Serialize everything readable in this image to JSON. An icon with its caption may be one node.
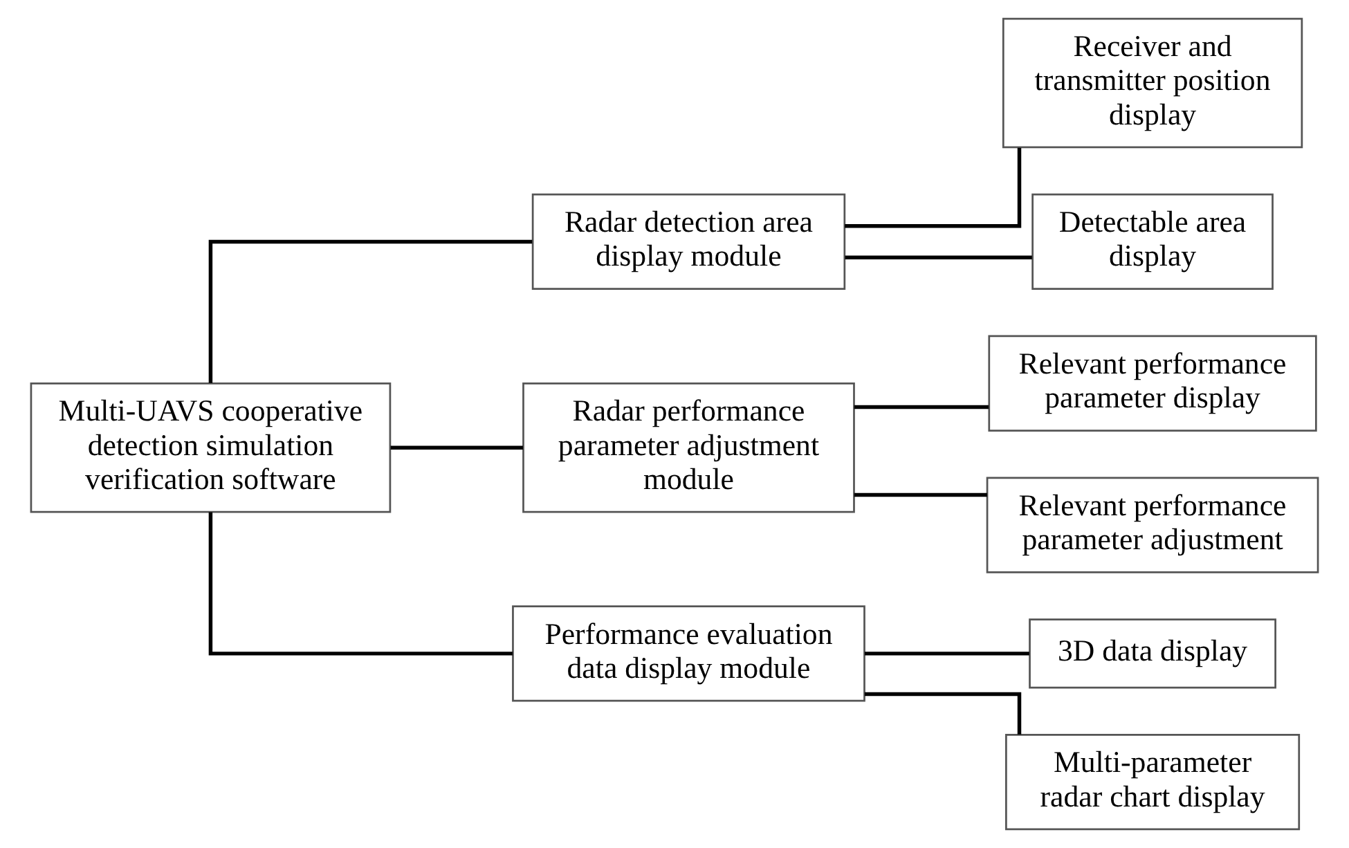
{
  "diagram": {
    "nodes": [
      {
        "text": [
          "Multi-UAVS cooperative detection simulation verification software"
        ]
      },
      {
        "text": [
          "Radar detection area display module"
        ]
      },
      {
        "text": [
          "Radar performance parameter adjustment module"
        ]
      },
      {
        "text": [
          "Performance evaluation data display module"
        ]
      },
      {
        "text": [
          "Receiver and transmitter position display"
        ]
      },
      {
        "text": [
          "Detectable area display"
        ]
      },
      {
        "text": [
          "Relevant performance parameter display"
        ]
      },
      {
        "text": [
          "Relevant performance parameter adjustment"
        ]
      },
      {
        "text": [
          "3D data display"
        ]
      },
      {
        "text": [
          "Multi-parameter radar chart display"
        ]
      }
    ],
    "edges": [
      {
        "from": 0,
        "to": 1,
        "arrow": "none"
      },
      {
        "from": 0,
        "to": 2,
        "arrow": "none"
      },
      {
        "from": 0,
        "to": 3,
        "arrow": "none"
      },
      {
        "from": 1,
        "to": 4,
        "arrow": "none"
      },
      {
        "from": 1,
        "to": 5,
        "arrow": "none"
      },
      {
        "from": 2,
        "to": 6,
        "arrow": "none"
      },
      {
        "from": 2,
        "to": 7,
        "arrow": "none"
      },
      {
        "from": 3,
        "to": 8,
        "arrow": "none"
      },
      {
        "from": 3,
        "to": 9,
        "arrow": "none"
      }
    ]
  }
}
